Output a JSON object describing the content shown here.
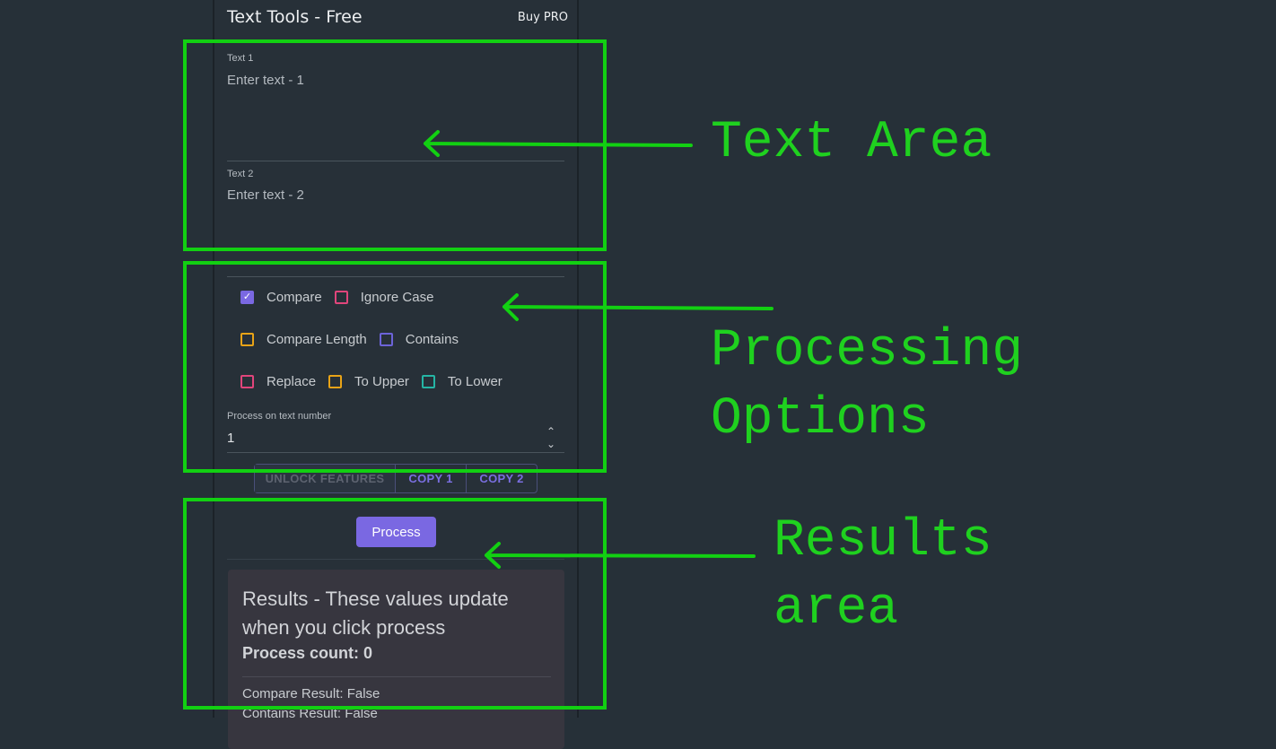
{
  "app": {
    "title": "Text Tools - Free",
    "buy_label": "Buy PRO"
  },
  "inputs": {
    "text1": {
      "label": "Text 1",
      "placeholder": "Enter text - 1"
    },
    "text2": {
      "label": "Text 2",
      "placeholder": "Enter text - 2"
    }
  },
  "options": [
    {
      "label": "Compare",
      "checked": true,
      "color": "#7a68e2"
    },
    {
      "label": "Ignore Case",
      "checked": false,
      "color": "#e0457b"
    },
    {
      "label": "Compare Length",
      "checked": false,
      "color": "#e8a317"
    },
    {
      "label": "Contains",
      "checked": false,
      "color": "#6c63d8"
    },
    {
      "label": "Replace",
      "checked": false,
      "color": "#e0457b"
    },
    {
      "label": "To Upper",
      "checked": false,
      "color": "#e8a317"
    },
    {
      "label": "To Lower",
      "checked": false,
      "color": "#25b5a5"
    }
  ],
  "process_on": {
    "label": "Process on text number",
    "value": "1"
  },
  "buttons": {
    "unlock": "UNLOCK FEATURES",
    "copy1": "COPY 1",
    "copy2": "COPY 2",
    "process": "Process"
  },
  "results": {
    "heading": "Results - These values update when you click process",
    "count": "Process count: 0",
    "items": [
      "Compare Result: False",
      "Contains Result: False"
    ]
  },
  "annotations": {
    "text_area": "Text Area",
    "processing_options": "Processing\nOptions",
    "results_area": "Results\narea",
    "color": "#1fd11f"
  }
}
